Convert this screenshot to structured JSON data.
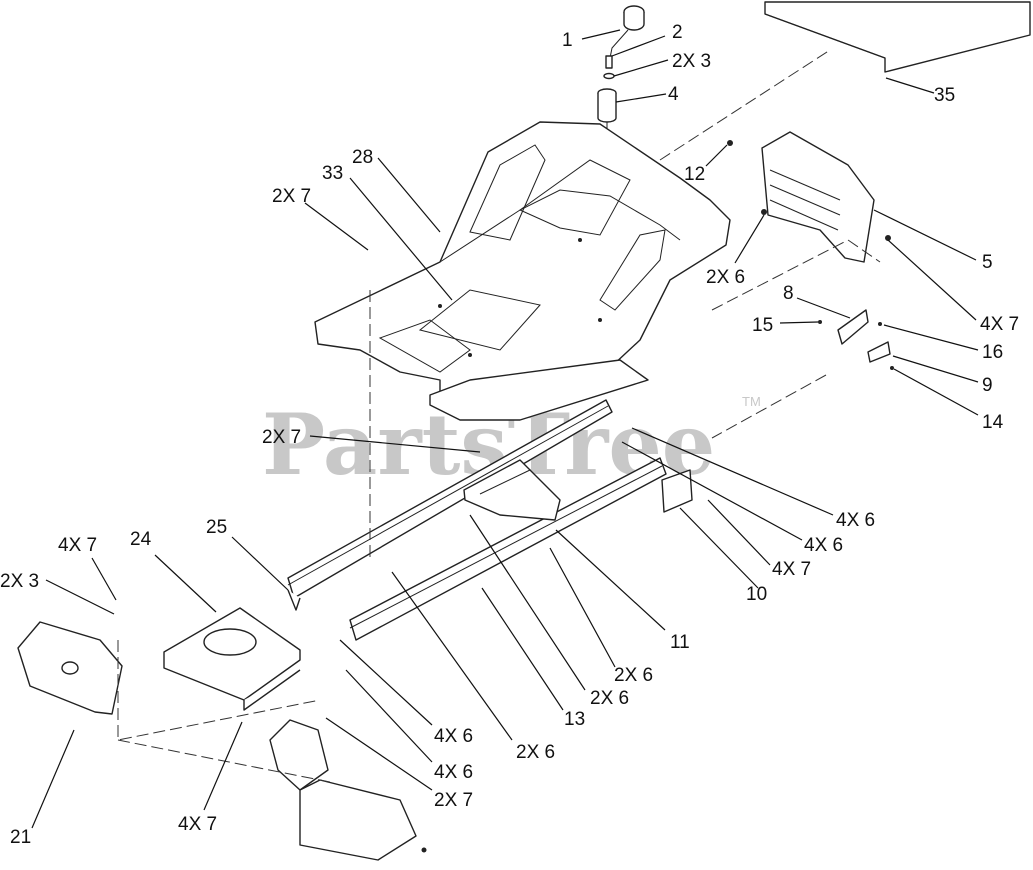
{
  "watermark": {
    "text": "PartsTree",
    "tm": "TM"
  },
  "callouts": [
    {
      "id": "c1",
      "text": "1"
    },
    {
      "id": "c2",
      "text": "2"
    },
    {
      "id": "c3",
      "text": "2X 3"
    },
    {
      "id": "c4",
      "text": "4"
    },
    {
      "id": "c35",
      "text": "35"
    },
    {
      "id": "c12",
      "text": "12"
    },
    {
      "id": "c28",
      "text": "28"
    },
    {
      "id": "c33",
      "text": "33"
    },
    {
      "id": "c7a",
      "text": "2X 7"
    },
    {
      "id": "c6a",
      "text": "2X 6"
    },
    {
      "id": "c5",
      "text": "5"
    },
    {
      "id": "c8",
      "text": "8"
    },
    {
      "id": "c47a",
      "text": "4X 7"
    },
    {
      "id": "c15",
      "text": "15"
    },
    {
      "id": "c16",
      "text": "16"
    },
    {
      "id": "c9",
      "text": "9"
    },
    {
      "id": "c14",
      "text": "14"
    },
    {
      "id": "c7b",
      "text": "2X 7"
    },
    {
      "id": "c46a",
      "text": "4X 6"
    },
    {
      "id": "c46b",
      "text": "4X 6"
    },
    {
      "id": "c47b",
      "text": "4X 7"
    },
    {
      "id": "c10",
      "text": "10"
    },
    {
      "id": "c11",
      "text": "11"
    },
    {
      "id": "c25",
      "text": "25"
    },
    {
      "id": "c24",
      "text": "24"
    },
    {
      "id": "c47c",
      "text": "4X 7"
    },
    {
      "id": "c3b",
      "text": "2X 3"
    },
    {
      "id": "c6b",
      "text": "2X 6"
    },
    {
      "id": "c6c",
      "text": "2X 6"
    },
    {
      "id": "c13",
      "text": "13"
    },
    {
      "id": "c6d",
      "text": "2X 6"
    },
    {
      "id": "c46c",
      "text": "4X 6"
    },
    {
      "id": "c46d",
      "text": "4X 6"
    },
    {
      "id": "c7c",
      "text": "2X 7"
    },
    {
      "id": "c47d",
      "text": "4X 7"
    },
    {
      "id": "c21",
      "text": "21"
    }
  ]
}
